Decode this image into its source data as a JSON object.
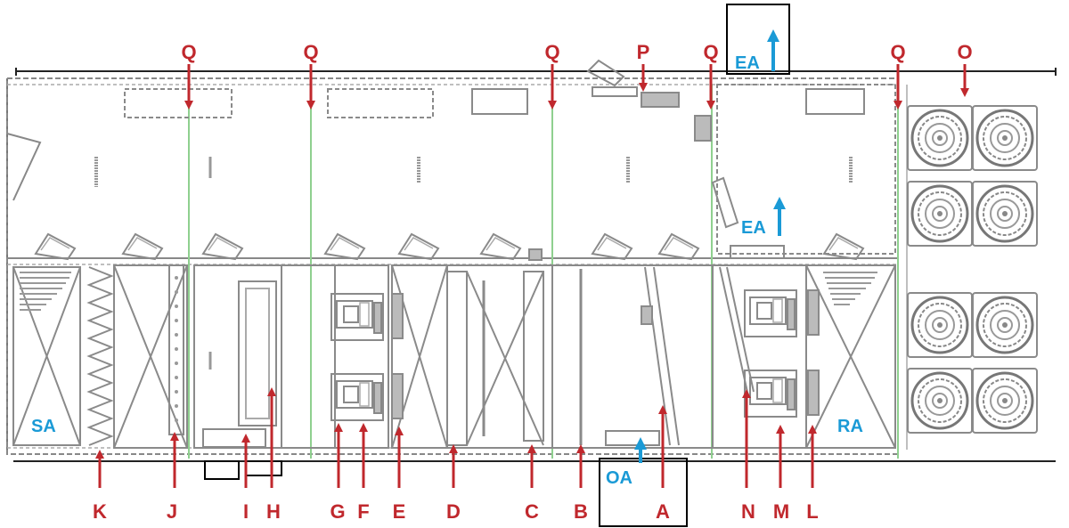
{
  "colors": {
    "marker": "#c0282d",
    "airflow": "#1a9ad6",
    "divider": "#8fd08f",
    "linework": "#9a9a9a",
    "outline": "#000000"
  },
  "markers": {
    "top": [
      "Q",
      "Q",
      "Q",
      "P",
      "Q",
      "Q",
      "O"
    ],
    "bottom": [
      "K",
      "J",
      "I",
      "H",
      "G",
      "F",
      "E",
      "D",
      "C",
      "B",
      "A",
      "N",
      "M",
      "L"
    ]
  },
  "air_labels": {
    "supply": "SA",
    "return": "RA",
    "outside": "OA",
    "exhaust_top": "EA",
    "exhaust_mid": "EA"
  }
}
